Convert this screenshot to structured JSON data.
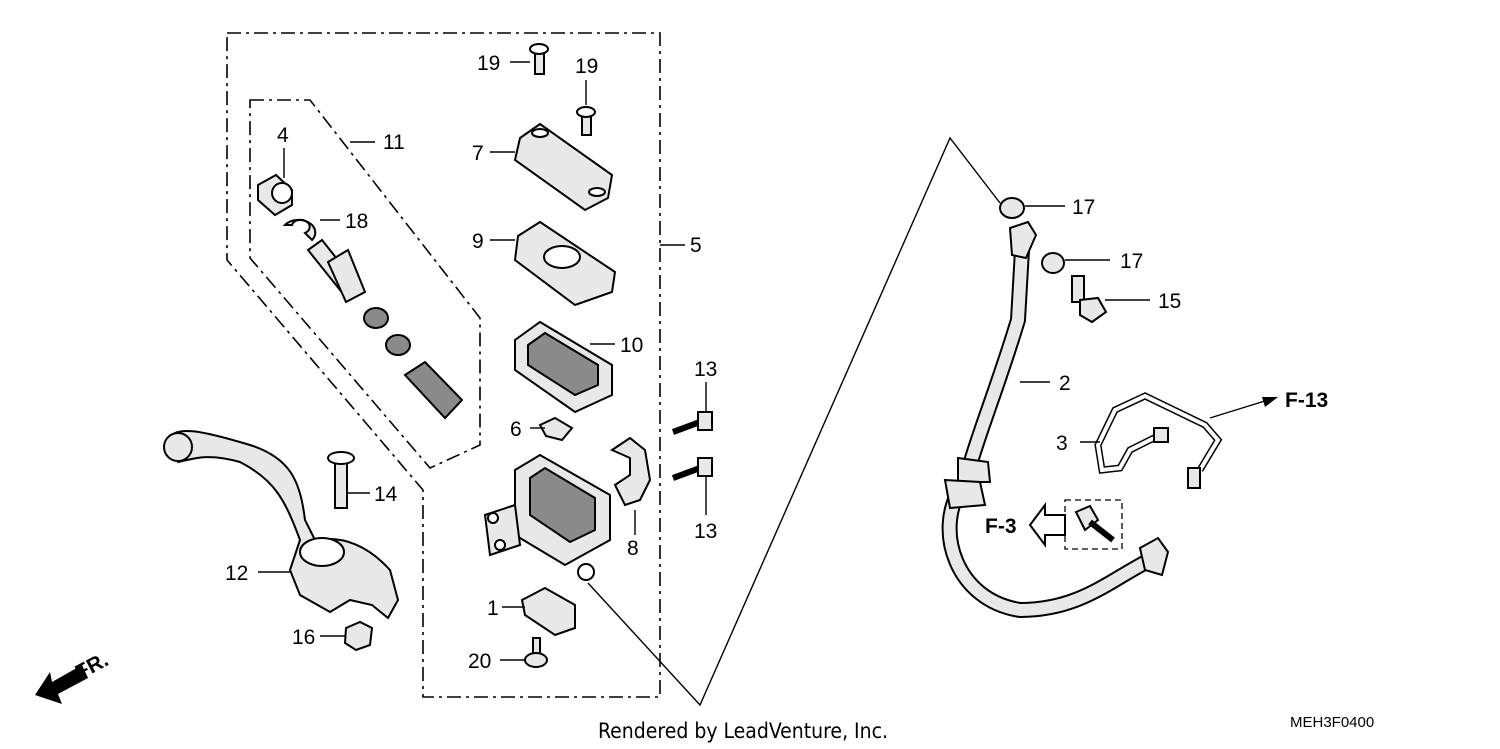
{
  "callouts": {
    "c1": "1",
    "c2": "2",
    "c3": "3",
    "c4": "4",
    "c5": "5",
    "c6": "6",
    "c7": "7",
    "c8": "8",
    "c9": "9",
    "c10": "10",
    "c11": "11",
    "c12": "12",
    "c13a": "13",
    "c13b": "13",
    "c14": "14",
    "c15": "15",
    "c16": "16",
    "c17a": "17",
    "c17b": "17",
    "c18": "18",
    "c19a": "19",
    "c19b": "19",
    "c20": "20"
  },
  "references": {
    "f13": "F-13",
    "f3": "F-3",
    "front": "FR."
  },
  "footer": {
    "credit": "Rendered by LeadVenture, Inc.",
    "code": "MEH3F0400"
  }
}
